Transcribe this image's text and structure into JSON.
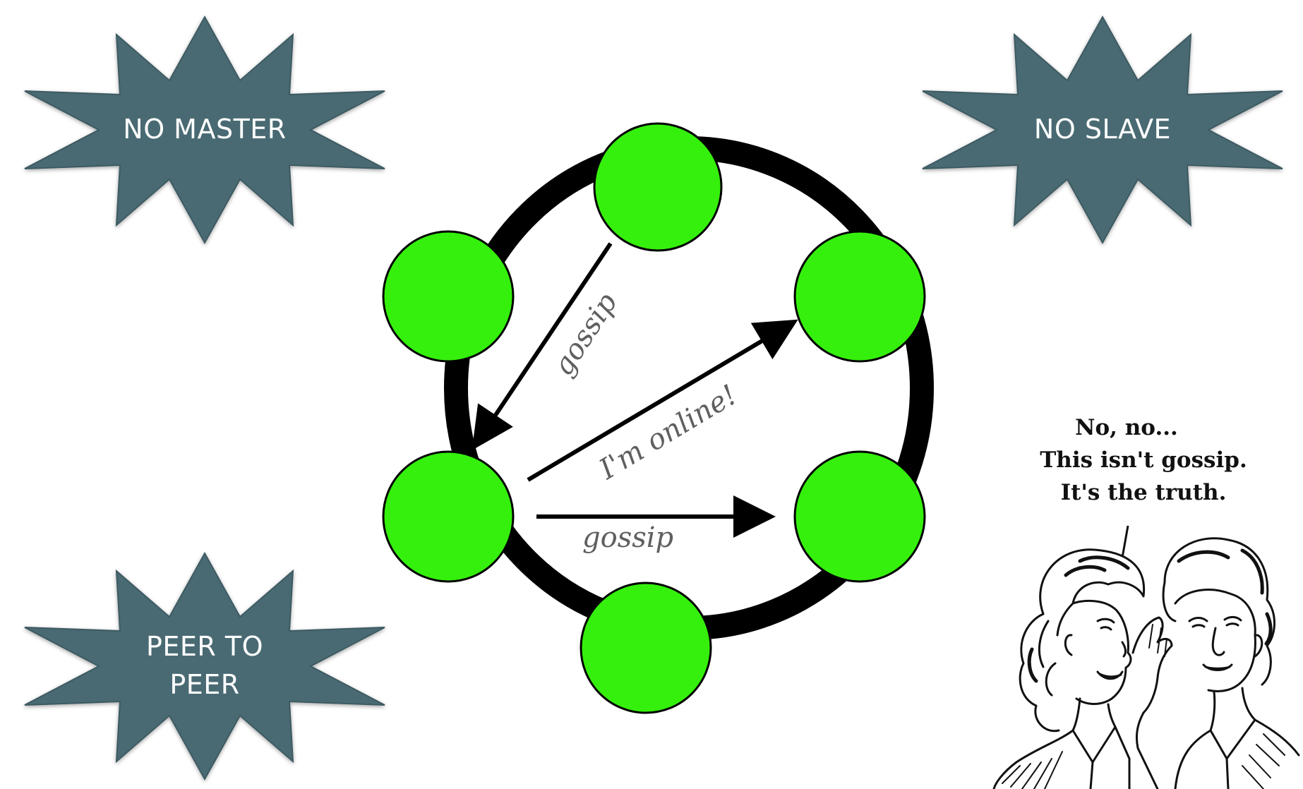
{
  "bursts": {
    "top_left": "NO MASTER",
    "top_right": "NO SLAVE",
    "bottom_left": "PEER TO\nPEER"
  },
  "diagram": {
    "edge_labels": {
      "top_to_left": "gossip",
      "left_to_right_upper": "I'm online!",
      "left_to_right_lower": "gossip"
    }
  },
  "cartoon": {
    "speech": {
      "line1": "No, no...",
      "line2": "This isn't gossip.",
      "line3": "It's the truth."
    }
  },
  "colors": {
    "burst_fill": "#4a6b73",
    "node_fill": "#35f00c",
    "ring": "#000000",
    "label_text": "#5f5f5f"
  },
  "icons": {
    "cartoon": "gossiping-women-illustration"
  }
}
